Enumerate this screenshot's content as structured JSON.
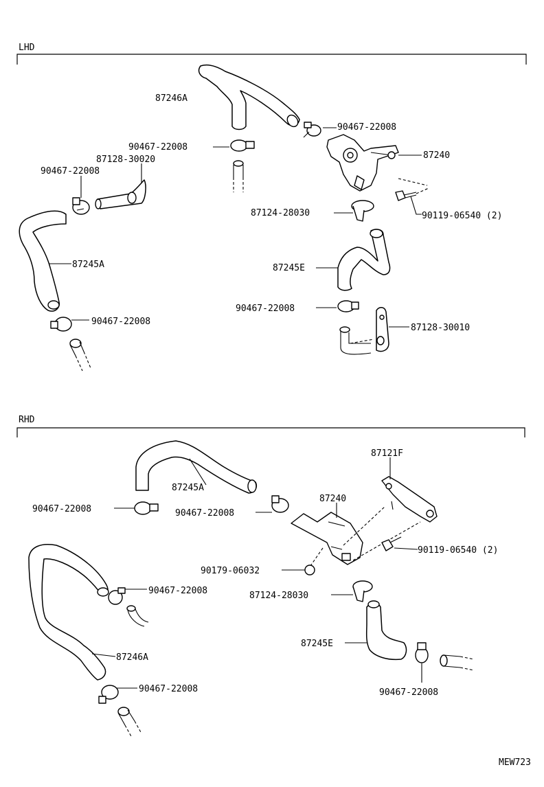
{
  "sections": {
    "lhd": {
      "label": "LHD"
    },
    "rhd": {
      "label": "RHD"
    }
  },
  "lhd_callouts": [
    {
      "id": "l1",
      "text": "87246A"
    },
    {
      "id": "l2",
      "text": "90467-22008"
    },
    {
      "id": "l3",
      "text": "90467-22008"
    },
    {
      "id": "l4",
      "text": "87240"
    },
    {
      "id": "l5",
      "text": "87128-30020"
    },
    {
      "id": "l6",
      "text": "90467-22008"
    },
    {
      "id": "l7",
      "text": "87124-28030"
    },
    {
      "id": "l8",
      "text": "90119-06540 (2)"
    },
    {
      "id": "l9",
      "text": "87245A"
    },
    {
      "id": "l10",
      "text": "87245E"
    },
    {
      "id": "l11",
      "text": "90467-22008"
    },
    {
      "id": "l12",
      "text": "90467-22008"
    },
    {
      "id": "l13",
      "text": "87128-30010"
    }
  ],
  "rhd_callouts": [
    {
      "id": "r1",
      "text": "87121F"
    },
    {
      "id": "r2",
      "text": "87245A"
    },
    {
      "id": "r3",
      "text": "87240"
    },
    {
      "id": "r4",
      "text": "90467-22008"
    },
    {
      "id": "r5",
      "text": "90467-22008"
    },
    {
      "id": "r6",
      "text": "90119-06540 (2)"
    },
    {
      "id": "r7",
      "text": "90179-06032"
    },
    {
      "id": "r8",
      "text": "90467-22008"
    },
    {
      "id": "r9",
      "text": "87124-28030"
    },
    {
      "id": "r10",
      "text": "87245E"
    },
    {
      "id": "r11",
      "text": "87246A"
    },
    {
      "id": "r12",
      "text": "90467-22008"
    },
    {
      "id": "r13",
      "text": "90467-22008"
    }
  ],
  "figure_code": "MEW723"
}
